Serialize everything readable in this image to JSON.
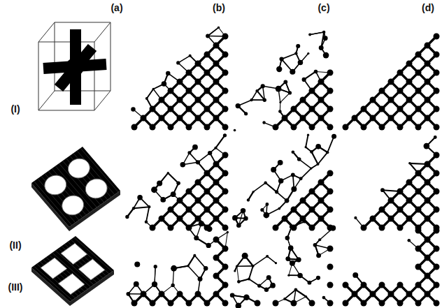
{
  "diagram": {
    "labels": [
      "(a)",
      "(b)",
      "(c)",
      "(d)",
      "(I)",
      "(II)",
      "(III)"
    ]
  }
}
